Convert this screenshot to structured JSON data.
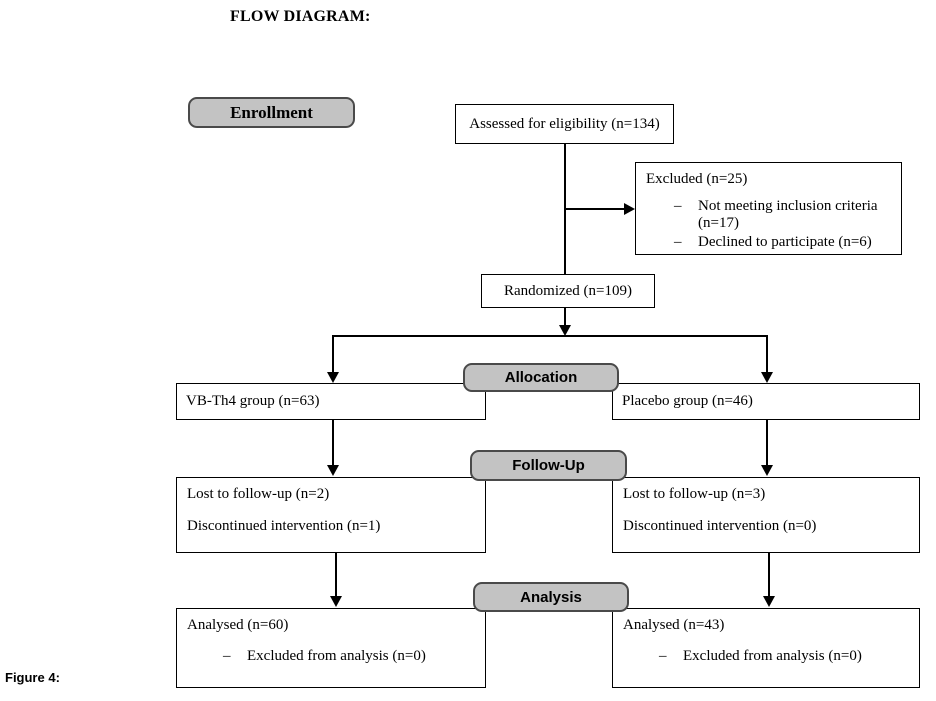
{
  "title": "FLOW DIAGRAM:",
  "figure_caption": "Figure 4:",
  "bullet": "–",
  "stage_labels": {
    "enrollment": "Enrollment",
    "allocation": "Allocation",
    "followup": "Follow-Up",
    "analysis": "Analysis"
  },
  "boxes": {
    "assessed": "Assessed for eligibility (n=134)",
    "excluded": {
      "title": "Excluded (n=25)",
      "items": [
        "Not meeting inclusion criteria (n=17)",
        "Declined to participate (n=6)"
      ]
    },
    "randomized": "Randomized (n=109)",
    "group_left": "VB-Th4 group (n=63)",
    "group_right": "Placebo group (n=46)",
    "followup_left": {
      "line1": "Lost to follow-up (n=2)",
      "line2": "Discontinued intervention (n=1)"
    },
    "followup_right": {
      "line1": "Lost to follow-up (n=3)",
      "line2": "Discontinued intervention (n=0)"
    },
    "analysis_left": {
      "title": "Analysed  (n=60)",
      "items": [
        "Excluded from analysis (n=0)"
      ]
    },
    "analysis_right": {
      "title": "Analysed (n=43)",
      "items": [
        "Excluded from analysis (n=0)"
      ]
    }
  },
  "colors": {
    "stage_fill": "#c3c3c3",
    "stage_border": "#4a4a4a",
    "box_border": "#000000",
    "background": "#ffffff"
  }
}
